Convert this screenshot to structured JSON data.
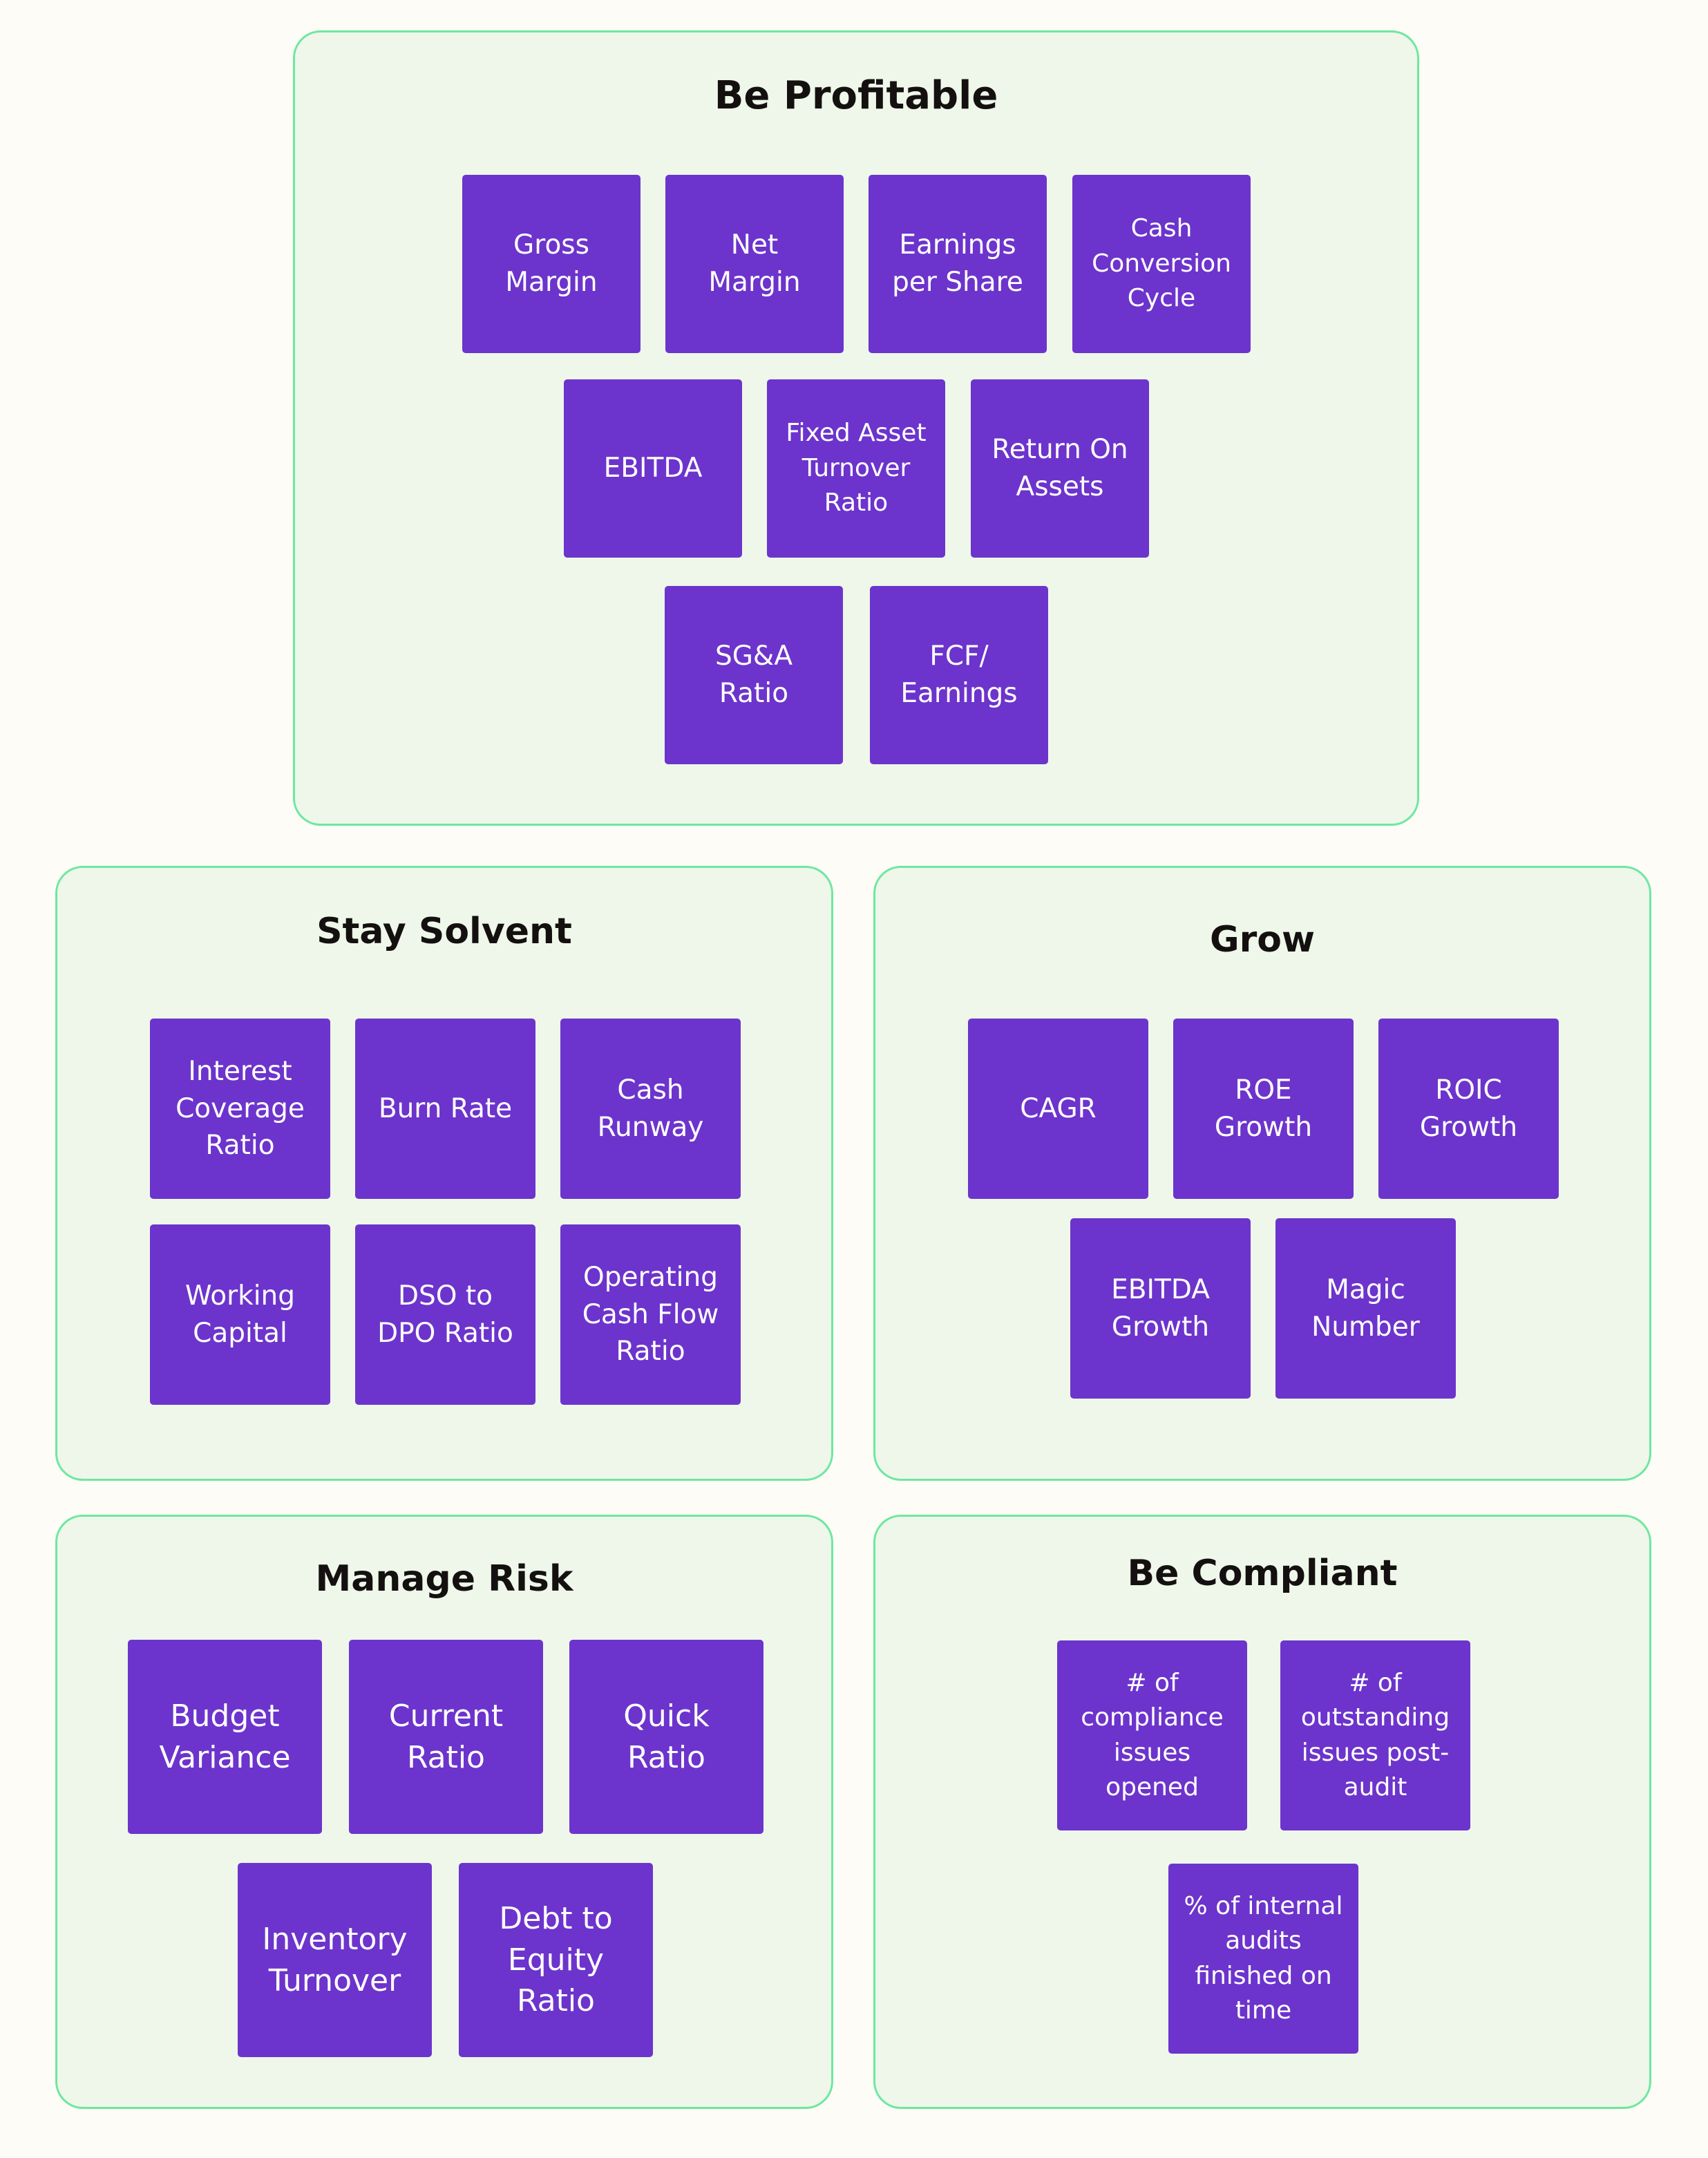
{
  "colors": {
    "page_background": "#fdfcf7",
    "panel_background": "#eef7e9",
    "panel_border": "#6ee7a0",
    "tile": "#6c34cc",
    "tile_text": "#ffffff",
    "heading_text": "#141010"
  },
  "groups": {
    "be_profitable": {
      "title": "Be Profitable",
      "tiles": [
        "Gross\nMargin",
        "Net\nMargin",
        "Earnings\nper Share",
        "Cash\nConversion\nCycle",
        "EBITDA",
        "Fixed Asset\nTurnover\nRatio",
        "Return On\nAssets",
        "SG&A\nRatio",
        "FCF/\nEarnings"
      ]
    },
    "stay_solvent": {
      "title": "Stay Solvent",
      "tiles": [
        "Interest\nCoverage\nRatio",
        "Burn Rate",
        "Cash\nRunway",
        "Working\nCapital",
        "DSO to\nDPO Ratio",
        "Operating\nCash Flow\nRatio"
      ]
    },
    "grow": {
      "title": "Grow",
      "tiles": [
        "CAGR",
        "ROE\nGrowth",
        "ROIC\nGrowth",
        "EBITDA\nGrowth",
        "Magic\nNumber"
      ]
    },
    "manage_risk": {
      "title": "Manage Risk",
      "tiles": [
        "Budget\nVariance",
        "Current\nRatio",
        "Quick\nRatio",
        "Inventory\nTurnover",
        "Debt to\nEquity\nRatio"
      ]
    },
    "be_compliant": {
      "title": "Be Compliant",
      "tiles": [
        "# of\ncompliance\nissues\nopened",
        "# of\noutstanding\nissues post-\naudit",
        "% of internal\naudits\nfinished on\ntime"
      ]
    }
  }
}
